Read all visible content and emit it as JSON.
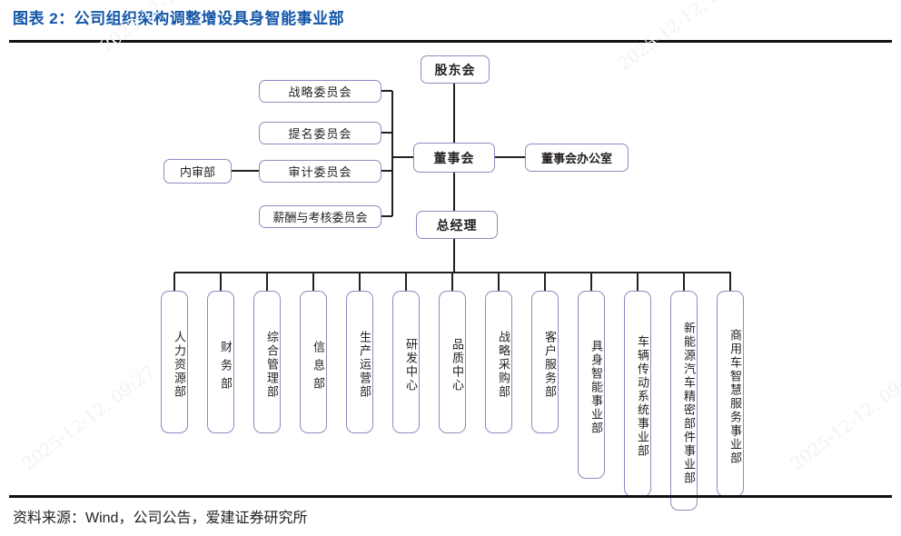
{
  "header": {
    "title": "图表 2：公司组织架构调整增设具身智能事业部",
    "title_color": "#1457a8"
  },
  "footer": {
    "source": "资料来源：Wind，公司公告，爱建证券研究所"
  },
  "watermark": {
    "text": "2025-12-12, 09:27"
  },
  "chart_data": {
    "type": "diagram",
    "title": "图表 2：公司组织架构调整增设具身智能事业部",
    "diagram_kind": "organization-chart",
    "node_border_color": "#8a8cc0",
    "connector_color": "#231f20",
    "nodes": {
      "shareholders": "股东会",
      "board": "董事会",
      "board_office": "董事会办公室",
      "general_manager": "总经理",
      "internal_audit": "内审部",
      "committees": [
        "战略委员会",
        "提名委员会",
        "审计委员会",
        "薪酬与考核委员会"
      ],
      "departments": [
        "人力资源部",
        "财务部",
        "综合管理部",
        "信息部",
        "生产运营部",
        "研发中心",
        "品质中心",
        "战略采购部",
        "客户服务部",
        "具身智能事业部",
        "车辆传动系统事业部",
        "新能源汽车精密部件事业部",
        "商用车智慧服务事业部"
      ]
    },
    "edges": [
      {
        "from": "股东会",
        "to": "董事会"
      },
      {
        "from": "董事会",
        "to": "董事会办公室"
      },
      {
        "from": "董事会",
        "to": "总经理"
      },
      {
        "from": "董事会",
        "to": "战略委员会"
      },
      {
        "from": "董事会",
        "to": "提名委员会"
      },
      {
        "from": "董事会",
        "to": "审计委员会"
      },
      {
        "from": "董事会",
        "to": "薪酬与考核委员会"
      },
      {
        "from": "审计委员会",
        "to": "内审部"
      },
      {
        "from": "总经理",
        "to": "人力资源部"
      },
      {
        "from": "总经理",
        "to": "财务部"
      },
      {
        "from": "总经理",
        "to": "综合管理部"
      },
      {
        "from": "总经理",
        "to": "信息部"
      },
      {
        "from": "总经理",
        "to": "生产运营部"
      },
      {
        "from": "总经理",
        "to": "研发中心"
      },
      {
        "from": "总经理",
        "to": "品质中心"
      },
      {
        "from": "总经理",
        "to": "战略采购部"
      },
      {
        "from": "总经理",
        "to": "客户服务部"
      },
      {
        "from": "总经理",
        "to": "具身智能事业部"
      },
      {
        "from": "总经理",
        "to": "车辆传动系统事业部"
      },
      {
        "from": "总经理",
        "to": "新能源汽车精密部件事业部"
      },
      {
        "from": "总经理",
        "to": "商用车智慧服务事业部"
      }
    ]
  }
}
